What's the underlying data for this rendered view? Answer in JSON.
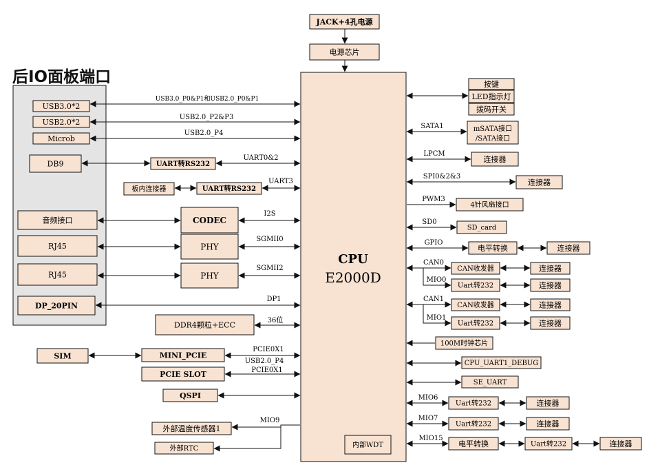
{
  "panel_title": "后IO面板端口",
  "power": {
    "jack": "JACK+4孔电源",
    "chip": "电源芯片"
  },
  "cpu": {
    "name": "CPU",
    "model": "E2000D",
    "wdt": "内部WDT"
  },
  "left_ports": {
    "usb3": "USB3.0*2",
    "usb2": "USB2.0*2",
    "microb": "Microb",
    "db9": "DB9",
    "audio": "音频接口",
    "rj45_1": "RJ45",
    "rj45_2": "RJ45",
    "dp": "DP_20PIN"
  },
  "left_blocks": {
    "uart_rs232_a": "UART转RS232",
    "board_connector": "板内连接器",
    "uart_rs232_b": "UART转RS232",
    "codec": "CODEC",
    "phy1": "PHY",
    "phy2": "PHY",
    "ddr4": "DDR4颗粒+ECC",
    "sim": "SIM",
    "mini_pcie": "MINI_PCIE",
    "pcie_slot": "PCIE SLOT",
    "qspi": "QSPI",
    "temp_sensor": "外部温度传感器1",
    "ext_rtc": "外部RTC"
  },
  "left_labels": {
    "usb3_bus": "USB3.0_P0&P1和USB2.0_P0&P1",
    "usb2_bus": "USB2.0_P2&P3",
    "micro_bus": "USB2.0_P4",
    "uart02": "UART0&2",
    "uart3": "UART3",
    "i2s": "I2S",
    "sgmii0": "SGMII0",
    "sgmii2": "SGMII2",
    "dp1": "DP1",
    "ddr_width": "36位",
    "pcie0x1_a": "PCIE0X1",
    "usb_p4": "USB2.0_P4",
    "pcie0x1_b": "PCIE0X1",
    "mio9": "MIO9"
  },
  "right_blocks": {
    "button": "按键",
    "led": "LED指示灯",
    "dip": "拨码开关",
    "msata_1": "mSATA接口",
    "msata_2": "/SATA接口",
    "lpcm_conn": "连接器",
    "spi_conn": "连接器",
    "fan": "4针风扇接口",
    "sd": "SD_card",
    "level_shift_1": "电平转换",
    "gpio_conn": "连接器",
    "can0_trx": "CAN收发器",
    "can0_conn": "连接器",
    "mio0_uart": "Uart转232",
    "mio0_conn": "连接器",
    "can1_trx": "CAN收发器",
    "can1_conn": "连接器",
    "mio1_uart": "Uart转232",
    "mio1_conn": "连接器",
    "clock": "100M时钟芯片",
    "cpu_uart": "CPU_UART1_DEBUG",
    "se_uart": "SE_UART",
    "mio6_uart": "Uart转232",
    "mio6_conn": "连接器",
    "mio7_uart": "Uart转232",
    "mio7_conn": "连接器",
    "level_shift_2": "电平转换",
    "mio15_uart": "Uart转232",
    "mio15_conn": "连接器"
  },
  "right_labels": {
    "sata1": "SATA1",
    "lpcm": "LPCM",
    "spi": "SPI0&2&3",
    "pwm3": "PWM3",
    "sd0": "SD0",
    "gpio": "GPIO",
    "can0": "CAN0",
    "mio0": "MIO0",
    "can1": "CAN1",
    "mio1": "MIO1",
    "mio6": "MIO6",
    "mio7": "MIO7",
    "mio15": "MIO15"
  },
  "colors": {
    "box_fill": "#f8e2d2",
    "panel_fill": "#e4e4e4",
    "line": "#111111"
  }
}
